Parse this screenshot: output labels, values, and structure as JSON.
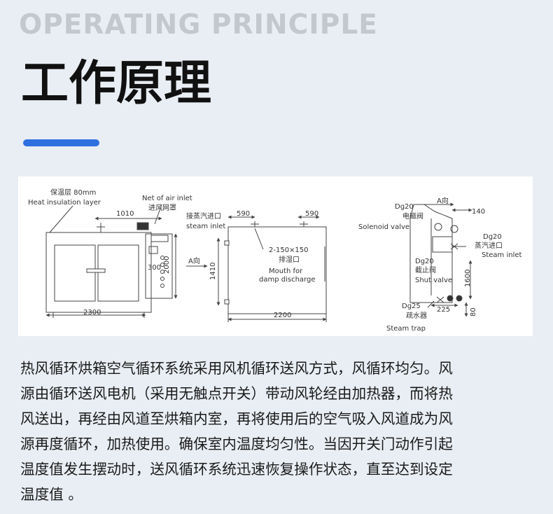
{
  "header": {
    "english_title": "OPERATING PRINCIPLE",
    "chinese_title": "工作原理",
    "accent_color": "#2f6fe0"
  },
  "diagram": {
    "left": {
      "insulation_cn": "保温层 80mm",
      "insulation_en": "Heat insulation layer",
      "air_inlet_en": "Net of air inlet",
      "air_inlet_cn": "进风网罩",
      "dim_1010": "1010",
      "dim_2000": "2000",
      "dim_2300": "2300",
      "panel_300": "300"
    },
    "middle": {
      "view_a": "A向",
      "steam_inlet_cn": "接蒸汽进口",
      "steam_inlet_en": "steam inlet",
      "dim_590_left": "590",
      "dim_590_right": "590",
      "damp_size": "2-150×150",
      "damp_cn": "排湿口",
      "damp_en_1": "Mouth for",
      "damp_en_2": "damp discharge",
      "dim_1410": "1410",
      "dim_2200": "2200"
    },
    "right": {
      "view_a": "A向",
      "dg20_top": "Dg20",
      "solenoid_cn": "电磁阀",
      "solenoid_en": "Solenoid valve",
      "dim_140": "140",
      "dg20_steam": "Dg20",
      "steam_inlet_cn": "蒸汽进口",
      "steam_inlet_en": "Steam inlet",
      "dg20_shut": "Dg20",
      "shut_cn": "截止阀",
      "shut_en": "Shut valve",
      "dim_1600": "1600",
      "dg25": "Dg25",
      "dim_225": "225",
      "trap_cn": "疏水器",
      "trap_en": "Steam trap",
      "dim_80": "80"
    }
  },
  "description": {
    "lines": [
      "热风循环烘箱空气循环系统采用风机循环送风方式，风循环均匀。风",
      "源由循环送风电机（采用无触点开关）带动风轮经由加热器，而将热",
      "风送出，再经由风道至烘箱内室，再将使用后的空气吸入风道成为风",
      "源再度循环，加热使用。确保室内温度均匀性。当因开关门动作引起",
      "温度值发生摆动时，送风循环系统迅速恢复操作状态，直至达到设定",
      "温度值 。"
    ]
  }
}
